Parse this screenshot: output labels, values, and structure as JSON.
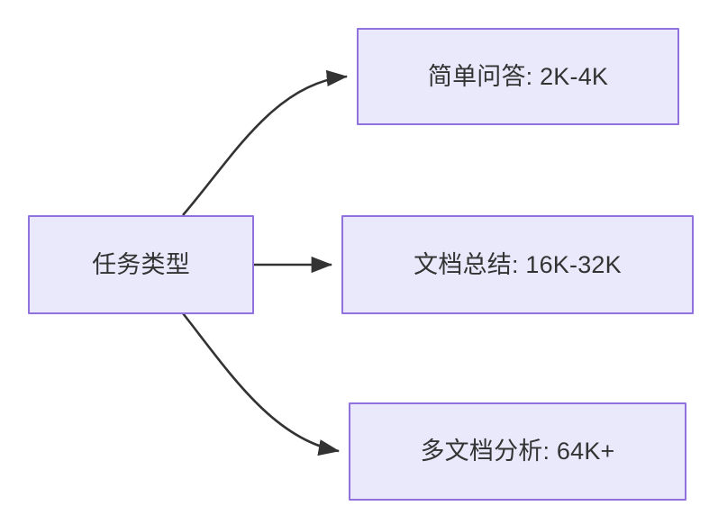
{
  "diagram": {
    "type": "flowchart",
    "direction": "left-to-right",
    "background_color": "#ffffff",
    "node_fill_color": "#eae9fb",
    "node_border_color": "#9171de",
    "node_text_color": "#333333",
    "edge_color": "#333333",
    "nodes": [
      {
        "id": "source",
        "label": "任务类型",
        "role": "root"
      },
      {
        "id": "target-1",
        "label": "简单问答: 2K-4K",
        "role": "leaf"
      },
      {
        "id": "target-2",
        "label": "文档总结: 16K-32K",
        "role": "leaf"
      },
      {
        "id": "target-3",
        "label": "多文档分析: 64K+",
        "role": "leaf"
      }
    ],
    "edges": [
      {
        "id": "edge-1",
        "from": "source",
        "to": "target-1",
        "label": "",
        "style": "curved",
        "arrowhead": "filled-triangle"
      },
      {
        "id": "edge-2",
        "from": "source",
        "to": "target-2",
        "label": "",
        "style": "straight",
        "arrowhead": "filled-triangle"
      },
      {
        "id": "edge-3",
        "from": "source",
        "to": "target-3",
        "label": "",
        "style": "curved",
        "arrowhead": "filled-triangle"
      }
    ]
  }
}
